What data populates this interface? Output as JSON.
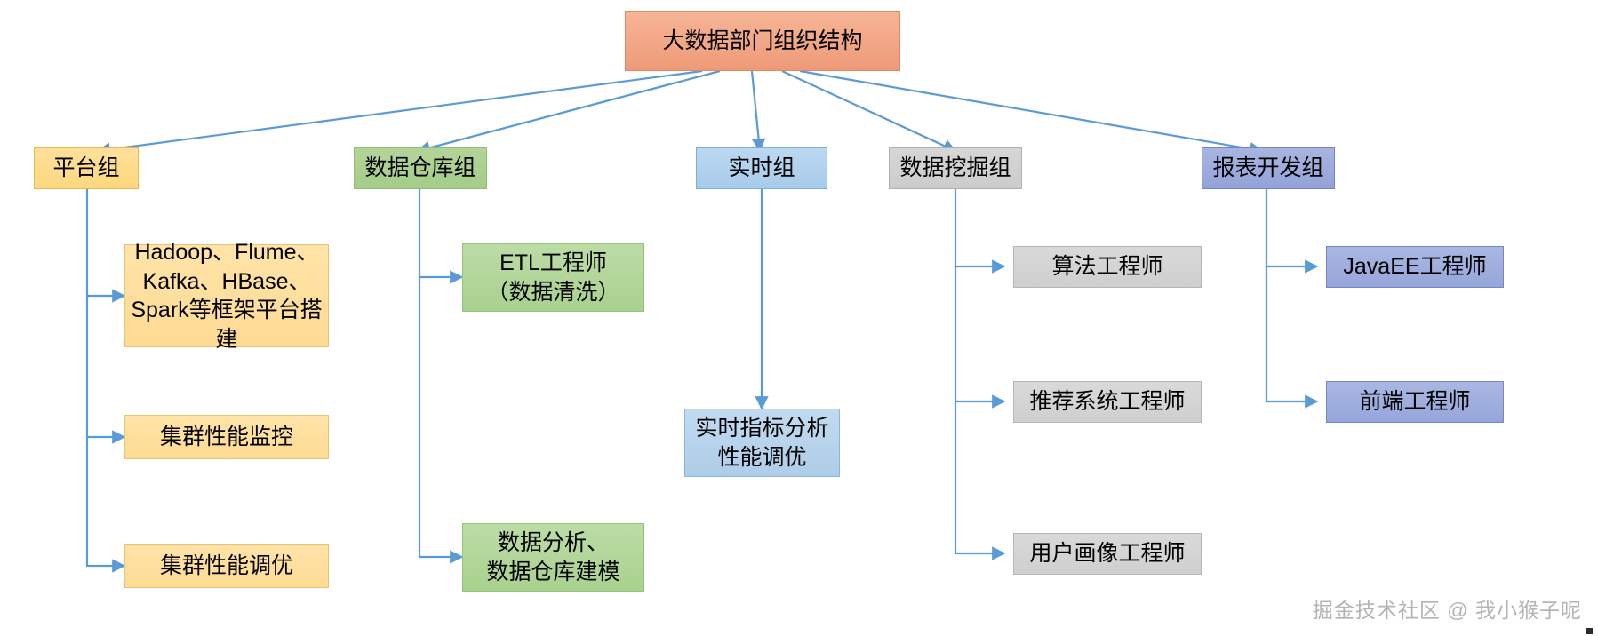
{
  "diagram": {
    "title": "大数据部门组织结构",
    "watermark": "掘金技术社区 @ 我小猴子呢",
    "connector_color": "#5b9bd5",
    "root": {
      "label": "大数据部门组织结构",
      "color": "#ee9a78"
    },
    "groups": [
      {
        "id": "platform",
        "label": "平台组",
        "color": "#fdd87f",
        "children": [
          {
            "label": "Hadoop、Flume、\nKafka、HBase、\nSpark等框架平台搭建"
          },
          {
            "label": "集群性能监控"
          },
          {
            "label": "集群性能调优"
          }
        ]
      },
      {
        "id": "data-warehouse",
        "label": "数据仓库组",
        "color": "#a4cc88",
        "children": [
          {
            "label": "ETL工程师\n（数据清洗）"
          },
          {
            "label": "数据分析、\n数据仓库建模"
          }
        ]
      },
      {
        "id": "realtime",
        "label": "实时组",
        "color": "#a7cbea",
        "children": [
          {
            "label": "实时指标分析\n性能调优"
          }
        ]
      },
      {
        "id": "data-mining",
        "label": "数据挖掘组",
        "color": "#cccccc",
        "children": [
          {
            "label": "算法工程师"
          },
          {
            "label": "推荐系统工程师"
          },
          {
            "label": "用户画像工程师"
          }
        ]
      },
      {
        "id": "report-dev",
        "label": "报表开发组",
        "color": "#93a3d8",
        "children": [
          {
            "label": "JavaEE工程师"
          },
          {
            "label": "前端工程师"
          }
        ]
      }
    ]
  }
}
